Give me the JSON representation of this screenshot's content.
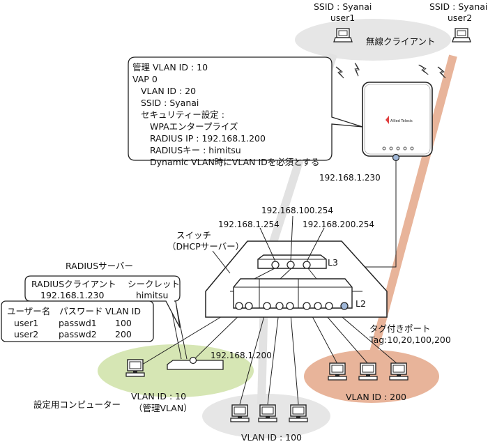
{
  "clients": {
    "user1": {
      "ssid": "SSID : Syanai",
      "user": "user1"
    },
    "user2": {
      "ssid": "SSID : Syanai",
      "user": "user2"
    },
    "wireless_label": "無線クライアント"
  },
  "ap_config": {
    "lines": [
      "管理 VLAN ID : 10",
      "VAP 0",
      "VLAN ID : 20",
      "SSID : Syanai",
      "セキュリティー設定 :",
      "WPAエンタープライズ",
      "RADIUS IP : 192.168.1.200",
      "RADIUSキー : himitsu",
      "Dynamic VLAN時にVLAN IDを必須とする"
    ]
  },
  "ap": {
    "ip": "192.168.1.230",
    "brand": "Allied Telesis"
  },
  "switch": {
    "name": "スイッチ",
    "role": "（DHCPサーバー）",
    "l3_label": "L3",
    "l2_label": "L2",
    "ip_vlan1": "192.168.1.254",
    "ip_vlan100": "192.168.100.254",
    "ip_vlan200": "192.168.200.254"
  },
  "radius": {
    "title": "RADIUSサーバー",
    "client_header": "RADIUSクライアント",
    "secret_header": "シークレット",
    "client_ip": "192.168.1.230",
    "secret": "himitsu",
    "ip": "192.168.1.200"
  },
  "user_table": {
    "headers": [
      "ユーザー名",
      "パスワード",
      "VLAN ID"
    ],
    "rows": [
      [
        "user1",
        "passwd1",
        "100"
      ],
      [
        "user2",
        "passwd2",
        "200"
      ]
    ]
  },
  "tag_port": {
    "label": "タグ付きポート",
    "tags": "Tag:10,20,100,200"
  },
  "vlans": {
    "mgmt": {
      "label": "VLAN ID : 10",
      "sub": "（管理VLAN）",
      "pc_label": "設定用コンピューター"
    },
    "v100": {
      "label": "VLAN ID : 100"
    },
    "v200": {
      "label": "VLAN ID : 200"
    }
  },
  "colors": {
    "green_zone": "#d6e6b4",
    "gray_zone": "#e6e6e6",
    "salmon_zone": "#e8b49a",
    "line": "#222222"
  }
}
